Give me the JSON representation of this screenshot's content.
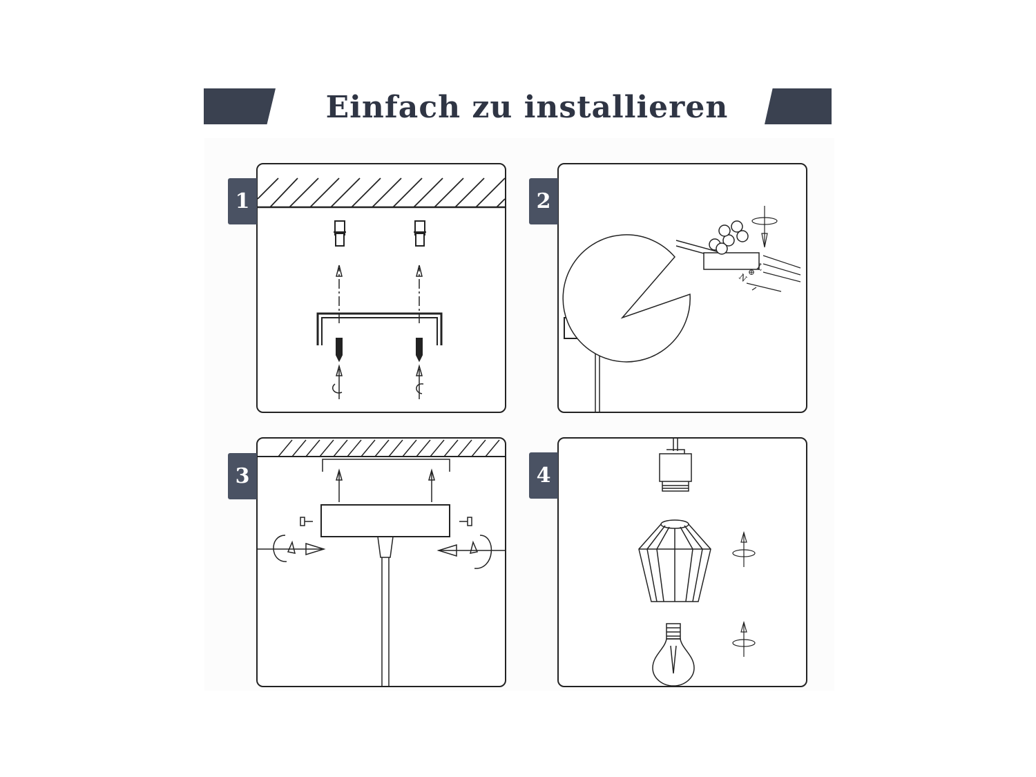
{
  "title": "Einfach zu installieren",
  "steps": [
    {
      "number": "1"
    },
    {
      "number": "2",
      "terminal_labels": {
        "live": "L",
        "neutral": "N",
        "ground": "⊕"
      }
    },
    {
      "number": "3"
    },
    {
      "number": "4"
    }
  ],
  "colors": {
    "accent": "#3a4150",
    "badge": "#4a5263",
    "line": "#222222"
  }
}
